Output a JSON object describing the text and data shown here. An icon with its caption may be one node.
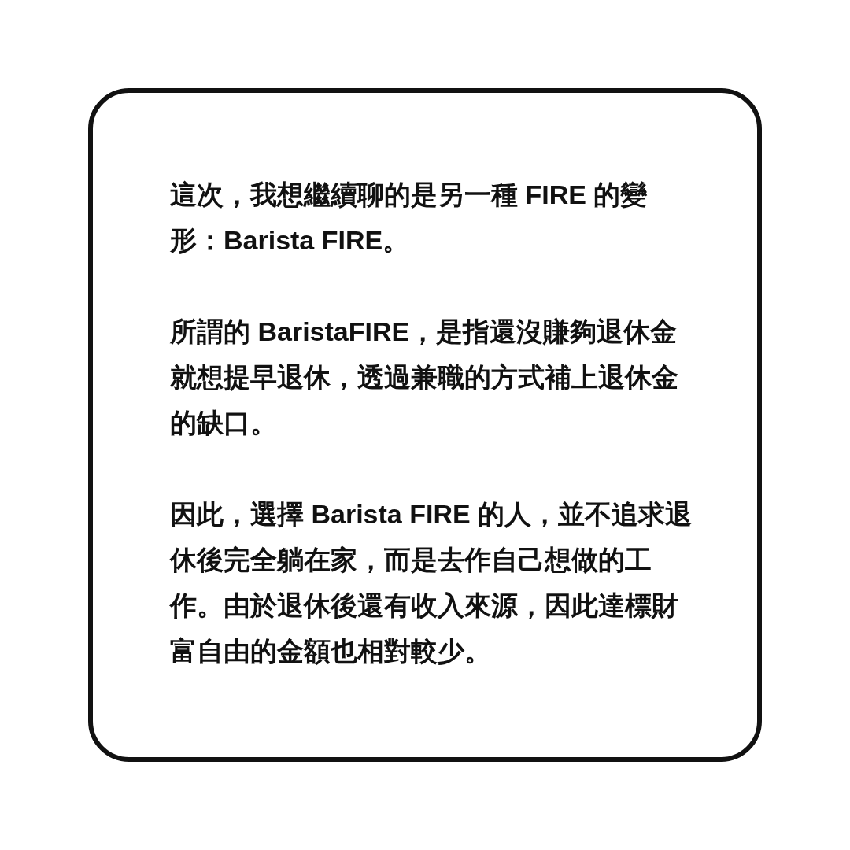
{
  "diagram": {
    "nodes": [
      {
        "text": [
          "這次，我想繼續聊的是另一種 FIRE 的變形：Barista FIRE。",
          "所謂的 BaristaFIRE，是指還沒賺夠退休金就想提早退休，透過兼職的方式補上退休金的缺口。",
          "因此，選擇 Barista FIRE 的人，並不追求退休後完全躺在家，而是去作自己想做的工作。由於退休後還有收入來源，因此達標財富自由的金額也相對較少。"
        ]
      }
    ]
  }
}
